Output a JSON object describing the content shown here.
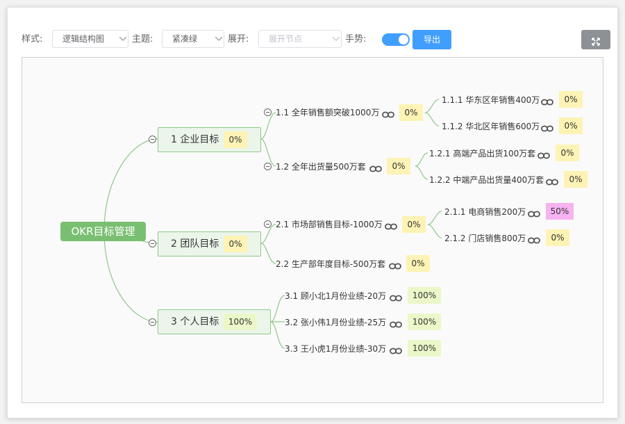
{
  "toolbar": {
    "style_label": "样式:",
    "style_value": "逻辑结构图",
    "theme_label": "主题:",
    "theme_value": "紧凑绿",
    "expand_label": "展开:",
    "expand_placeholder": "展开节点",
    "gesture_label": "手势:",
    "gesture_on": true,
    "export_label": "导出",
    "fullscreen_icon": "expand-icon",
    "accent": "#409eff"
  },
  "mindmap": {
    "root": "OKR目标管理",
    "l1": [
      {
        "label": "1 企业目标",
        "pct": "0%"
      },
      {
        "label": "2 团队目标",
        "pct": "0%"
      },
      {
        "label": "3 个人目标",
        "pct": "100%"
      }
    ],
    "l2": [
      {
        "label": "1.1 全年销售额突破1000万",
        "pct": "0%"
      },
      {
        "label": "1.2 全年出货量500万套",
        "pct": "0%"
      },
      {
        "label": "2.1 市场部销售目标-1000万",
        "pct": "0%"
      },
      {
        "label": "2.2 生产部年度目标-500万套",
        "pct": "0%"
      },
      {
        "label": "3.1 顾小北1月份业绩-20万",
        "pct": "100%"
      },
      {
        "label": "3.2 张小伟1月份业绩-25万",
        "pct": "100%"
      },
      {
        "label": "3.3 王小虎1月份业绩-30万",
        "pct": "100%"
      }
    ],
    "l3": [
      {
        "label": "1.1.1 华东区年销售400万",
        "pct": "0%"
      },
      {
        "label": "1.1.2 华北区年销售600万",
        "pct": "0%"
      },
      {
        "label": "1.2.1 高端产品出货100万套",
        "pct": "0%"
      },
      {
        "label": "1.2.2 中端产品出货量400万套",
        "pct": "0%"
      },
      {
        "label": "2.1.1 电商销售200万",
        "pct": "50%"
      },
      {
        "label": "2.1.2 门店销售800万",
        "pct": "0%"
      }
    ],
    "colors": {
      "root": "#79bf71",
      "line": "#8fc98a",
      "pct_zero": "#fdf3b4",
      "pct_full": "#eaf8c9",
      "pct_half": "#f6b3f0"
    }
  }
}
